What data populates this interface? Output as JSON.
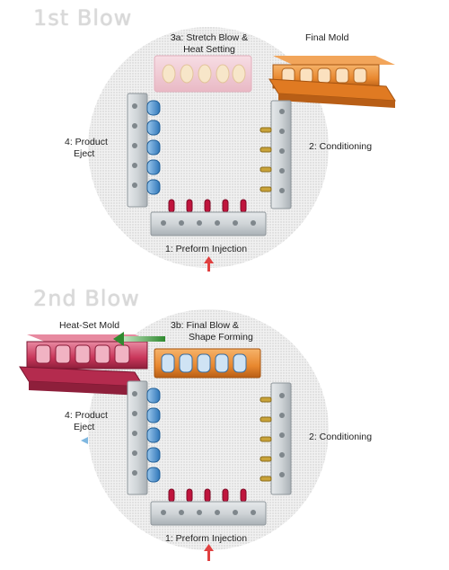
{
  "first_blow": {
    "title": "1st Blow",
    "label_stretch_line1": "3a: Stretch Blow &",
    "label_stretch_line2": "Heat Setting",
    "label_final_mold": "Final Mold",
    "label_product_line1": "4: Product",
    "label_product_line2": "Eject",
    "label_conditioning": "2: Conditioning",
    "label_preform": "1: Preform Injection"
  },
  "second_blow": {
    "title": "2nd Blow",
    "label_heatset_mold": "Heat-Set Mold",
    "label_final_line1": "3b: Final Blow &",
    "label_final_line2": "Shape Forming",
    "label_product_line1": "4: Product",
    "label_product_line2": "Eject",
    "label_conditioning": "2: Conditioning",
    "label_preform": "1: Preform Injection"
  },
  "colors": {
    "platen": "#d4d8db",
    "mold_orange": "#e8872e",
    "mold_red": "#c9365a",
    "preform_red": "#c0143c",
    "blue_bottle": "#3a86c8",
    "gold_preform": "#c9a33a",
    "arrow_green": "#3d9a3d",
    "arrow_red": "#e04040"
  }
}
